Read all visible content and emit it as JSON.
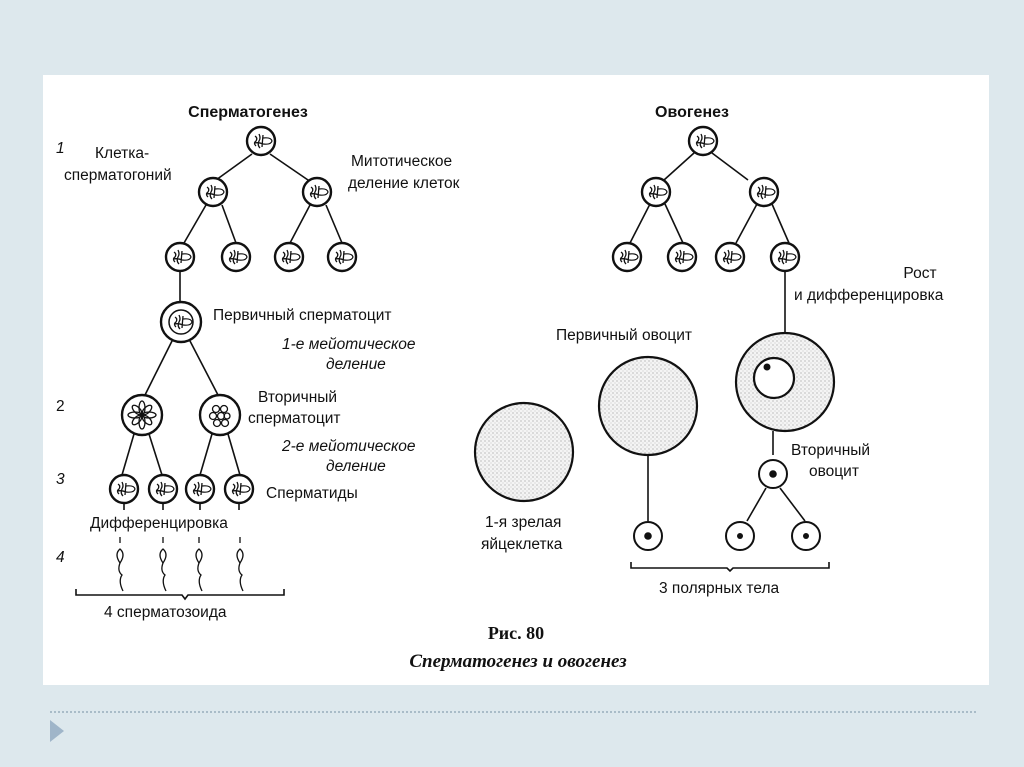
{
  "figure": {
    "caption_number": "Рис. 80",
    "caption_title": "Сперматогенез и овогенез"
  },
  "spermatogenesis": {
    "title": "Сперматогенез",
    "stage_numbers": [
      "1",
      "2",
      "3",
      "4"
    ],
    "labels": {
      "spermatogonium_line1": "Клетка-",
      "spermatogonium_line2": "сперматогоний",
      "mitotic_line1": "Митотическое",
      "mitotic_line2": "деление клеток",
      "primary_spermatocyte": "Первичный сперматоцит",
      "meiosis1_line1": "1-е мейотическое",
      "meiosis1_line2": "деление",
      "secondary_line1": "Вторичный",
      "secondary_line2": "сперматоцит",
      "meiosis2_line1": "2-е мейотическое",
      "meiosis2_line2": "деление",
      "spermatids": "Сперматиды",
      "differentiation": "Дифференцировка",
      "result": "4 сперматозоида"
    }
  },
  "oogenesis": {
    "title": "Овогенез",
    "labels": {
      "growth_line1": "Рост",
      "growth_line2": "и дифференцировка",
      "primary_oocyte": "Первичный овоцит",
      "secondary_line1": "Вторичный",
      "secondary_line2": "овоцит",
      "mature_egg_line1": "1-я зрелая",
      "mature_egg_line2": "яйцеклетка",
      "result": "3 полярных тела"
    }
  },
  "slide_nav": {
    "next_icon": "triangle-right-icon"
  }
}
